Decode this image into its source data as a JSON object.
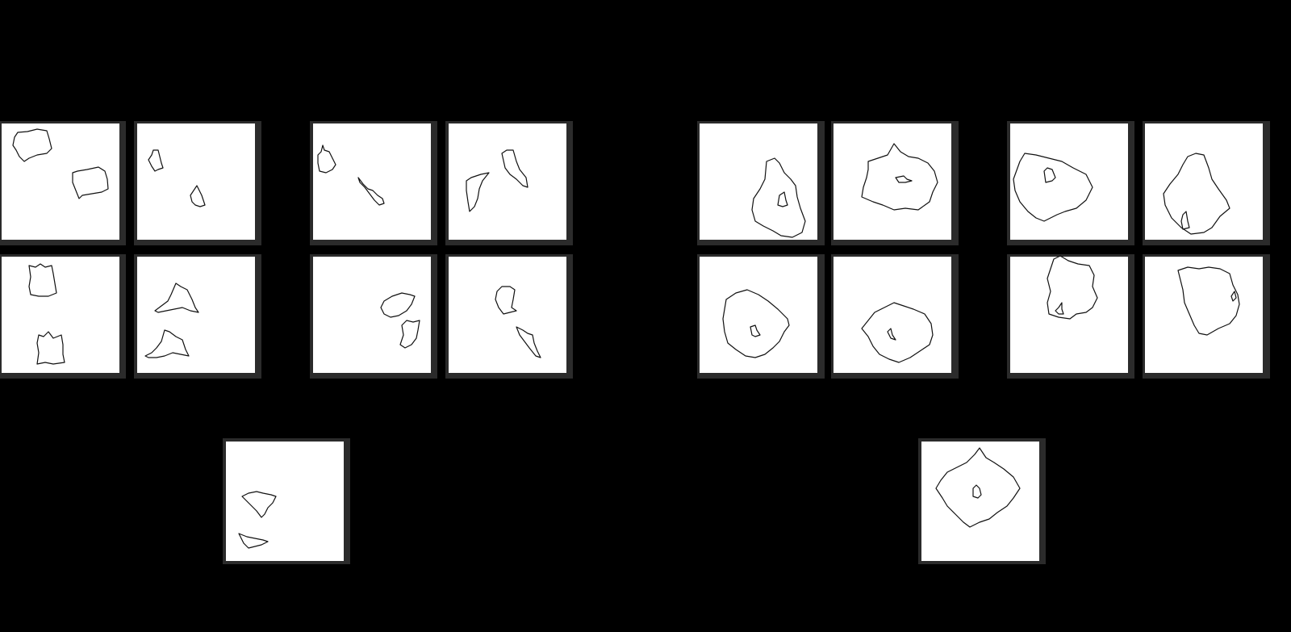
{
  "figure": {
    "title": "",
    "background_color": "#000000",
    "panel_color": "#ffffff",
    "stroke_color": "#111111"
  },
  "problems": [
    {
      "name": "left-problem",
      "examples": [
        {
          "name": "left-set-a",
          "panels": [
            {
              "shapes": [
                "rounded-quadrilateral",
                "rounded-quadrilateral"
              ]
            },
            {
              "shapes": [
                "small-blob",
                "small-blob"
              ]
            },
            {
              "shapes": [
                "rounded-quadrilateral",
                "rounded-quadrilateral"
              ]
            },
            {
              "shapes": [
                "triangle",
                "triangle"
              ]
            }
          ]
        },
        {
          "name": "left-set-b",
          "panels": [
            {
              "shapes": [
                "small-blob",
                "elongated-blob"
              ]
            },
            {
              "shapes": [
                "triangle",
                "elongated-blob"
              ]
            },
            {
              "shapes": [
                "oval-blob",
                "quadrilateral"
              ]
            },
            {
              "shapes": [
                "round-blob",
                "elongated-blob"
              ]
            }
          ]
        }
      ],
      "query": {
        "name": "left-query",
        "shapes": [
          "triangle",
          "small-triangle"
        ]
      }
    },
    {
      "name": "right-problem",
      "examples": [
        {
          "name": "right-set-a",
          "panels": [
            {
              "shapes": [
                "large-blob-with-hole"
              ]
            },
            {
              "shapes": [
                "large-blob-with-hole"
              ]
            },
            {
              "shapes": [
                "large-blob-with-hole"
              ]
            },
            {
              "shapes": [
                "large-blob-with-hole"
              ]
            }
          ]
        },
        {
          "name": "right-set-b",
          "panels": [
            {
              "shapes": [
                "large-blob-with-hole"
              ]
            },
            {
              "shapes": [
                "large-blob-with-hole"
              ]
            },
            {
              "shapes": [
                "large-blob-with-hole"
              ]
            },
            {
              "shapes": [
                "large-blob-with-hole"
              ]
            }
          ]
        }
      ],
      "query": {
        "name": "right-query",
        "shapes": [
          "large-blob-with-hole"
        ]
      }
    }
  ]
}
